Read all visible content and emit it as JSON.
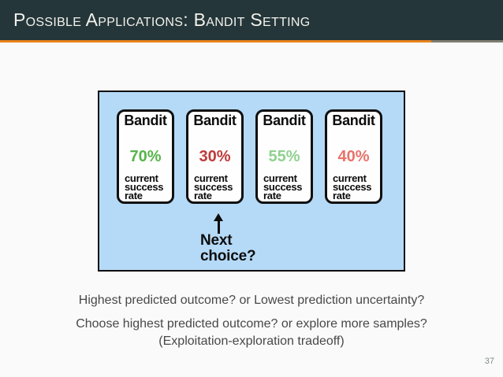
{
  "header": {
    "title": "Possible Applications: Bandit Setting",
    "progress_width": "85.7%"
  },
  "diagram": {
    "caption_lines": [
      "current",
      "success",
      "rate"
    ],
    "bandits": [
      {
        "label": "Bandit",
        "rate": "70%",
        "rate_color": "#56b44a"
      },
      {
        "label": "Bandit",
        "rate": "30%",
        "rate_color": "#bf3a3a"
      },
      {
        "label": "Bandit",
        "rate": "55%",
        "rate_color": "#8fd18f"
      },
      {
        "label": "Bandit",
        "rate": "40%",
        "rate_color": "#e8726a"
      }
    ],
    "next_choice_lines": [
      "Next",
      "choice?"
    ]
  },
  "body": {
    "line1": "Highest predicted outcome? or Lowest prediction uncertainty?",
    "line2": "Choose highest predicted outcome? or explore more samples?",
    "line3": "(Exploitation-exploration tradeoff)"
  },
  "footer": {
    "page_number": "37"
  },
  "colors": {
    "header_bg": "#243639",
    "accent_orange": "#e8821e",
    "progress_rest": "#7e7d72",
    "panel_blue": "#b5daf7",
    "green_strong": "#56b44a",
    "red_strong": "#bf3a3a",
    "green_light": "#8fd18f",
    "red_light": "#e8726a"
  }
}
